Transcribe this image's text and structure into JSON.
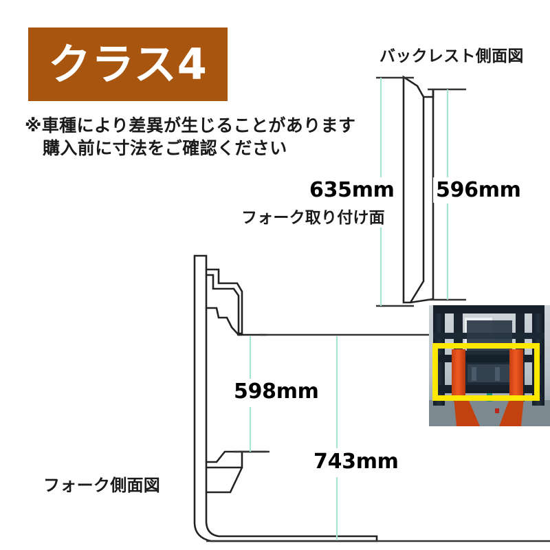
{
  "badge": {
    "label": "クラス4",
    "background_color": "#a8560f",
    "text_color": "#ffffff"
  },
  "note": {
    "line1": "※車種により差異が生じることがあります",
    "line2": "購入前に寸法をご確認ください"
  },
  "captions": {
    "backrest_side_view": "バックレスト側面図",
    "fork_side_view": "フォーク側面図"
  },
  "dimensions": {
    "backrest_overall": "635mm",
    "backrest_inner": "596mm",
    "fork_upper": "598mm",
    "fork_overall": "743mm",
    "fork_mounting_face": "フォーク取り付け面"
  },
  "colors": {
    "dimension_line": "#a8e6cf",
    "outline": "#222222",
    "highlight_box": "#ffe800",
    "fork_orange": "#e8501e",
    "body_dark": "#1b2733"
  },
  "photo": {
    "subject": "forklift-front-view",
    "highlight": "yellow-rectangle-around-fork-carriage"
  }
}
